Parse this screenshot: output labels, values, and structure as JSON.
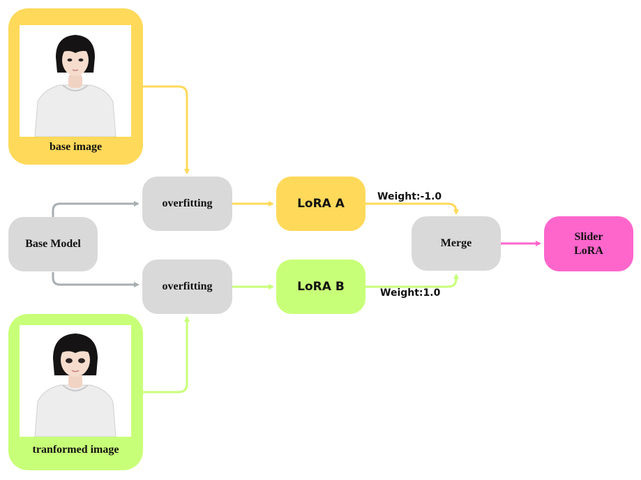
{
  "colors": {
    "yellow": "#FFD95A",
    "green": "#C8FF78",
    "gray": "#D9D9D9",
    "pink": "#FF66CC",
    "connector_gray": "#A7AEB2"
  },
  "inputs": {
    "base_image_caption": "base image",
    "transformed_image_caption": "tranformed image"
  },
  "nodes": {
    "base_model": "Base Model",
    "overfitting_top": "overfitting",
    "overfitting_bottom": "overfitting",
    "lora_a": "LoRA A",
    "lora_b": "LoRA B",
    "merge": "Merge",
    "slider_lora": "Slider LoRA"
  },
  "edges": {
    "weight_a": "Weight:-1.0",
    "weight_b": "Weight:1.0"
  }
}
